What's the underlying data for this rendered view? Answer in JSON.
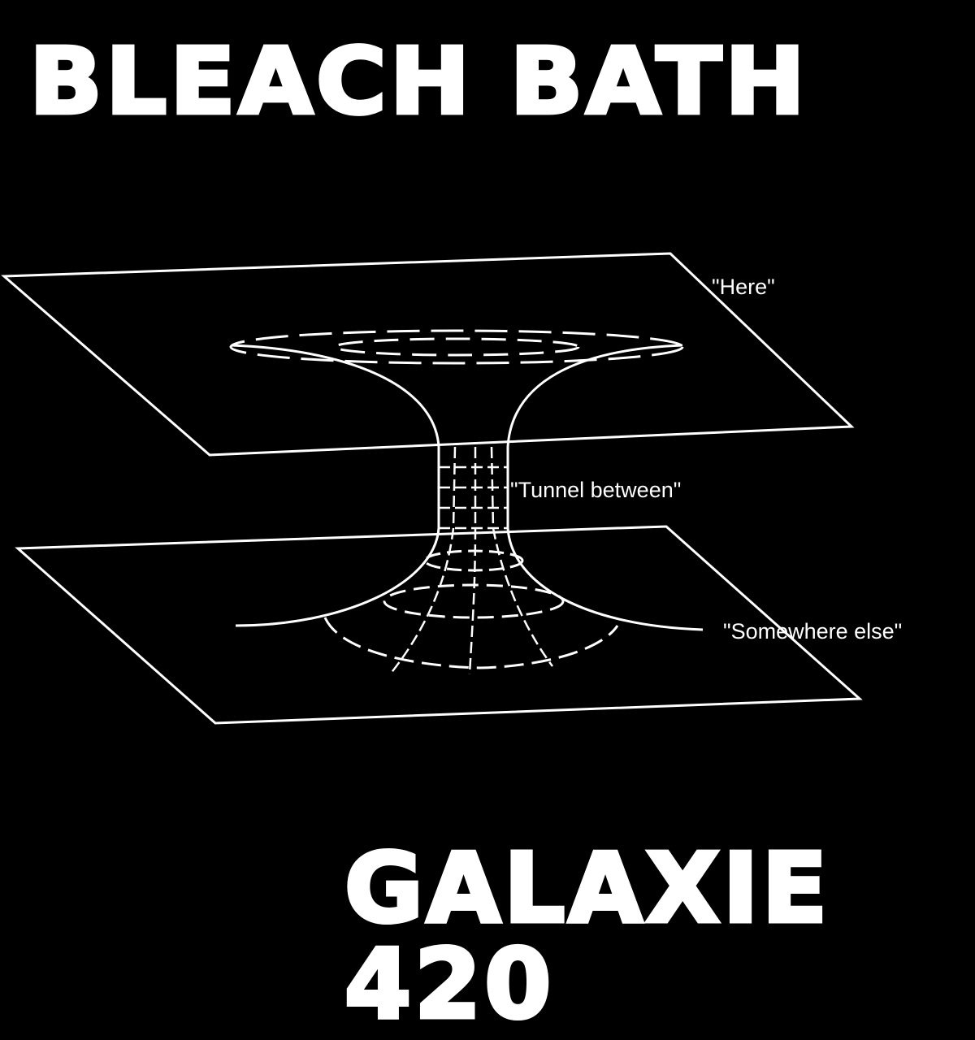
{
  "band_name": "BLEACH BATH",
  "album_title": "GALAXIE 420",
  "diagram": {
    "label_top": "\"Here\"",
    "label_middle": "\"Tunnel between\"",
    "label_bottom": "\"Somewhere else\""
  },
  "colors": {
    "background": "#000000",
    "foreground": "#ffffff"
  }
}
